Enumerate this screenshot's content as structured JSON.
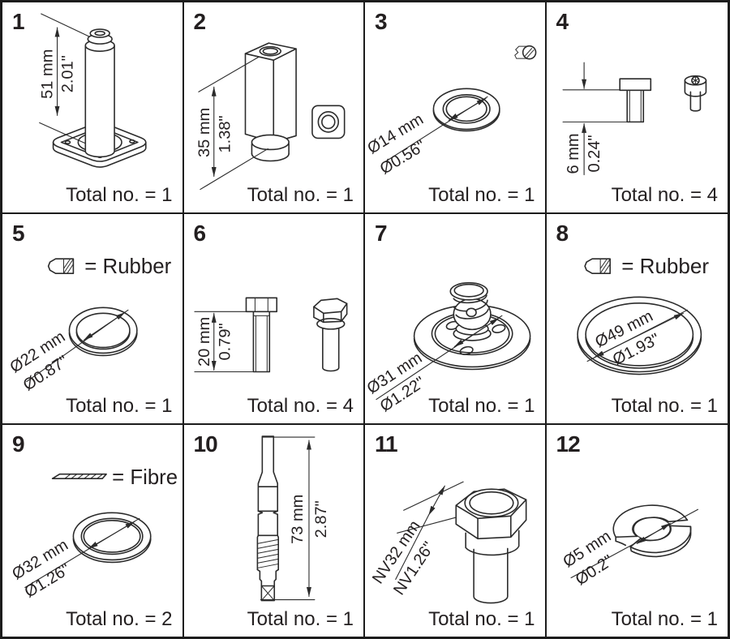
{
  "palette": {
    "ink": "#231f20",
    "line": "#2b2b2b",
    "background": "#ffffff"
  },
  "cells": [
    {
      "number": "1",
      "dim_mm": "51 mm",
      "dim_in": "2.01\"",
      "total": "Total no. = 1"
    },
    {
      "number": "2",
      "dim_mm": "35 mm",
      "dim_in": "1.38\"",
      "total": "Total no. = 1"
    },
    {
      "number": "3",
      "dim_mm": "Ø14 mm",
      "dim_in": "Ø0.56\"",
      "total": "Total no. = 1"
    },
    {
      "number": "4",
      "dim_mm": "6 mm",
      "dim_in": "0.24\"",
      "total": "Total no. = 4"
    },
    {
      "number": "5",
      "legend": "= Rubber",
      "dim_mm": "Ø22 mm",
      "dim_in": "Ø0.87\"",
      "total": "Total no. = 1"
    },
    {
      "number": "6",
      "dim_mm": "20 mm",
      "dim_in": "0.79\"",
      "total": "Total no. = 4"
    },
    {
      "number": "7",
      "dim_mm": "Ø31 mm",
      "dim_in": "Ø1.22\"",
      "total": "Total no. = 1"
    },
    {
      "number": "8",
      "legend": "= Rubber",
      "dim_mm": "Ø49 mm",
      "dim_in": "Ø1.93\"",
      "total": "Total no. = 1"
    },
    {
      "number": "9",
      "legend": "= Fibre",
      "dim_mm": "Ø32 mm",
      "dim_in": "Ø1.26\"",
      "total": "Total no. = 2"
    },
    {
      "number": "10",
      "dim_mm": "73 mm",
      "dim_in": "2.87\"",
      "total": "Total no. = 1"
    },
    {
      "number": "11",
      "dim_mm": "NV32 mm",
      "dim_in": "NV1.26\"",
      "total": "Total no. = 1"
    },
    {
      "number": "12",
      "dim_mm": "Ø5 mm",
      "dim_in": "Ø0.2\"",
      "total": "Total no. = 1"
    }
  ]
}
